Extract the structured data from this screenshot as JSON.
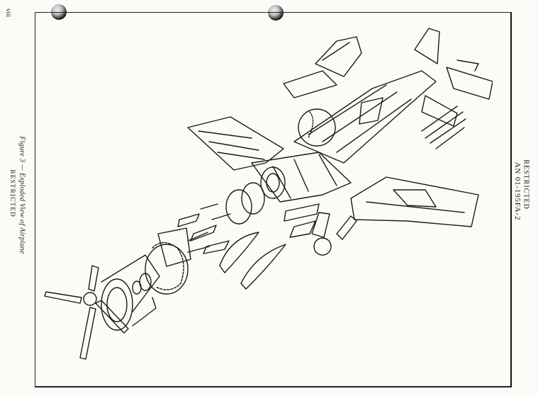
{
  "page": {
    "page_number": "viii",
    "figure_caption": "Figure 3 — Exploded View of Airplane",
    "left_restricted": "RESTRICTED",
    "right_restricted": "RESTRICTED",
    "document_number": "AN 01-195FA-2"
  },
  "colors": {
    "ink": "#1a1a1a",
    "paper": "#fbfbf8"
  }
}
